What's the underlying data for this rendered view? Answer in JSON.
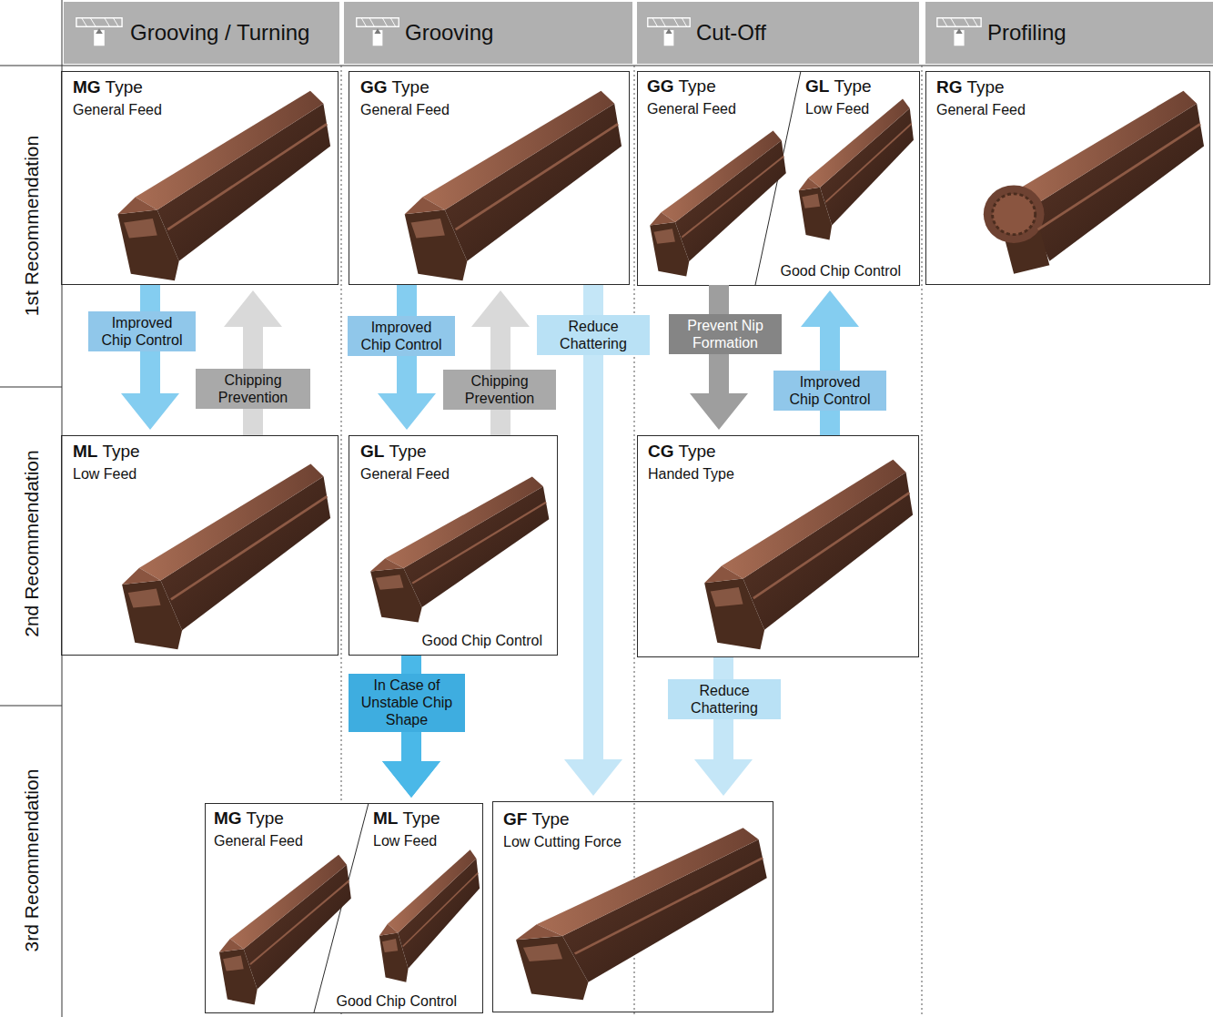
{
  "diagram": {
    "nodes": [
      {
        "text": [
          "Grooving / Turning"
        ]
      },
      {
        "text": [
          "Grooving"
        ]
      },
      {
        "text": [
          "Cut-Off"
        ]
      },
      {
        "text": [
          "Profiling"
        ]
      },
      {
        "text": [
          "MG",
          "Type",
          "General Feed"
        ]
      },
      {
        "text": [
          "GG",
          "Type",
          "General Feed"
        ]
      },
      {
        "text": [
          "GG",
          "Type",
          "General Feed"
        ]
      },
      {
        "text": [
          "GL",
          "Type",
          "Low Feed",
          "Good Chip Control"
        ]
      },
      {
        "text": [
          "RG",
          "Type",
          "General Feed"
        ]
      },
      {
        "text": [
          "ML",
          "Type",
          "Low Feed"
        ]
      },
      {
        "text": [
          "GL",
          "Type",
          "General Feed",
          "Good Chip Control"
        ]
      },
      {
        "text": [
          "CG",
          "Type",
          "Handed Type"
        ]
      },
      {
        "text": [
          "MG",
          "Type",
          "General Feed"
        ]
      },
      {
        "text": [
          "ML",
          "Type",
          "Low Feed",
          "Good Chip Control"
        ]
      },
      {
        "text": [
          "GF",
          "Type",
          "Low Cutting Force"
        ]
      }
    ],
    "edges": [
      {
        "from": 4,
        "to": 9,
        "arrow": "to",
        "label": "Improved Chip Control"
      },
      {
        "from": 9,
        "to": 4,
        "arrow": "to",
        "label": "Chipping Prevention"
      },
      {
        "from": 5,
        "to": 10,
        "arrow": "to",
        "label": "Improved Chip Control"
      },
      {
        "from": 10,
        "to": 5,
        "arrow": "to",
        "label": "Chipping Prevention"
      },
      {
        "from": 5,
        "to": 14,
        "arrow": "to",
        "label": "Reduce Chattering"
      },
      {
        "from": 6,
        "to": 11,
        "arrow": "to",
        "label": "Prevent Nip Formation"
      },
      {
        "from": 11,
        "to": 7,
        "arrow": "to",
        "label": "Improved Chip Control"
      },
      {
        "from": 10,
        "to": 13,
        "arrow": "to",
        "label": "In Case of Unstable Chip Shape"
      },
      {
        "from": 10,
        "to": 12,
        "arrow": "to"
      },
      {
        "from": 11,
        "to": 14,
        "arrow": "to",
        "label": "Reduce Chattering"
      }
    ],
    "labels": [
      "1st Recommendation",
      "2nd Recommendation",
      "3rd Recommendation"
    ]
  }
}
